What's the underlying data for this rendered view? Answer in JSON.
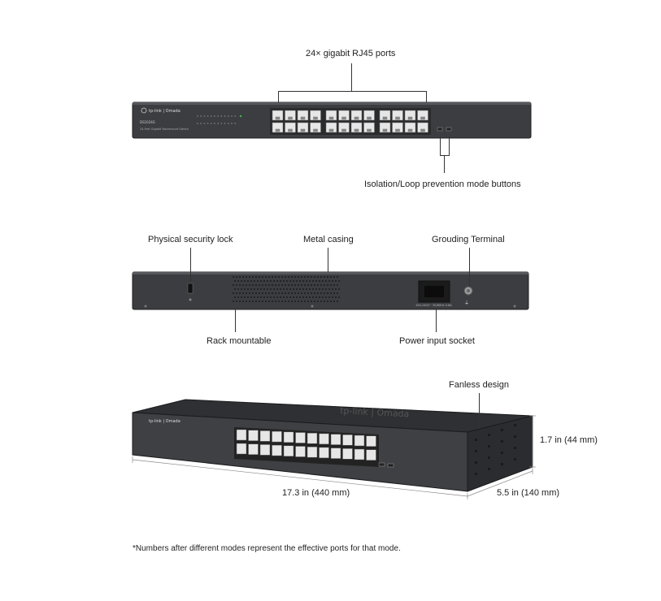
{
  "front_view": {
    "ports_label": "24× gigabit RJ45 ports",
    "buttons_label": "Isolation/Loop prevention mode buttons",
    "brand_text": "tp-link | Omada",
    "model_text": "DS1024G",
    "model_subtitle": "24-Port Gigabit Rackmount Switch"
  },
  "rear_view": {
    "lock_label": "Physical security lock",
    "casing_label": "Metal casing",
    "grounding_label": "Grouding Terminal",
    "rack_label": "Rack mountable",
    "power_label": "Power input socket",
    "power_rating_text": "100-240V~ 50/60Hz 0.6A"
  },
  "perspective_view": {
    "fanless_label": "Fanless design",
    "height_label": "1.7 in (44 mm)",
    "width_label": "17.3 in (440 mm)",
    "depth_label": "5.5 in (140 mm)",
    "brand_text": "tp-link | Omada"
  },
  "footnote": "*Numbers after different modes represent the effective ports for that mode."
}
